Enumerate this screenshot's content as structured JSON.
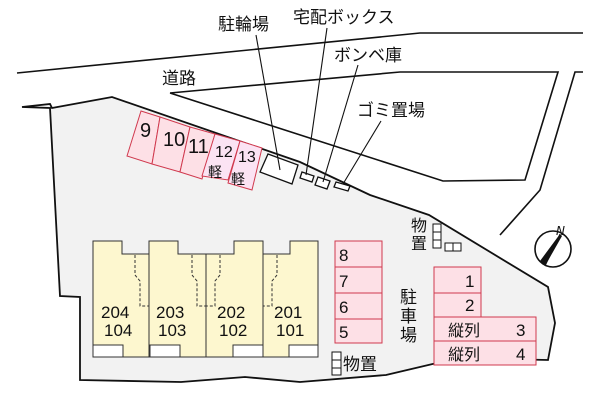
{
  "labels": {
    "road": "道路",
    "bicycle_parking": "駐輪場",
    "delivery_box": "宅配ボックス",
    "gas_cylinder_storage": "ボンベ庫",
    "garbage_area": "ゴミ置場",
    "parking": "駐車場",
    "parking_v1": "駐",
    "parking_v2": "車",
    "parking_v3": "場",
    "storage": "物置",
    "storage_v1": "物",
    "storage_v2": "置",
    "compass_north": "N"
  },
  "colors": {
    "lot_fill": "#f2f2f2",
    "parking_fill": "#fde0e6",
    "parking_kei_fill": "#fbe3f3",
    "parking_stroke": "#d0394e",
    "unit_fill": "#fdf7cf",
    "outline": "#111111"
  },
  "units": [
    {
      "upper": "204",
      "lower": "104"
    },
    {
      "upper": "203",
      "lower": "103"
    },
    {
      "upper": "202",
      "lower": "102"
    },
    {
      "upper": "201",
      "lower": "101"
    }
  ],
  "parking_top": [
    {
      "number": "9",
      "kei": ""
    },
    {
      "number": "10",
      "kei": ""
    },
    {
      "number": "11",
      "kei": ""
    },
    {
      "number": "12",
      "kei": "軽"
    },
    {
      "number": "13",
      "kei": "軽"
    }
  ],
  "parking_middle": [
    "8",
    "7",
    "6",
    "5"
  ],
  "parking_right": [
    {
      "number": "1",
      "note": ""
    },
    {
      "number": "2",
      "note": ""
    },
    {
      "number": "3",
      "note": "縦列"
    },
    {
      "number": "4",
      "note": "縦列"
    }
  ]
}
